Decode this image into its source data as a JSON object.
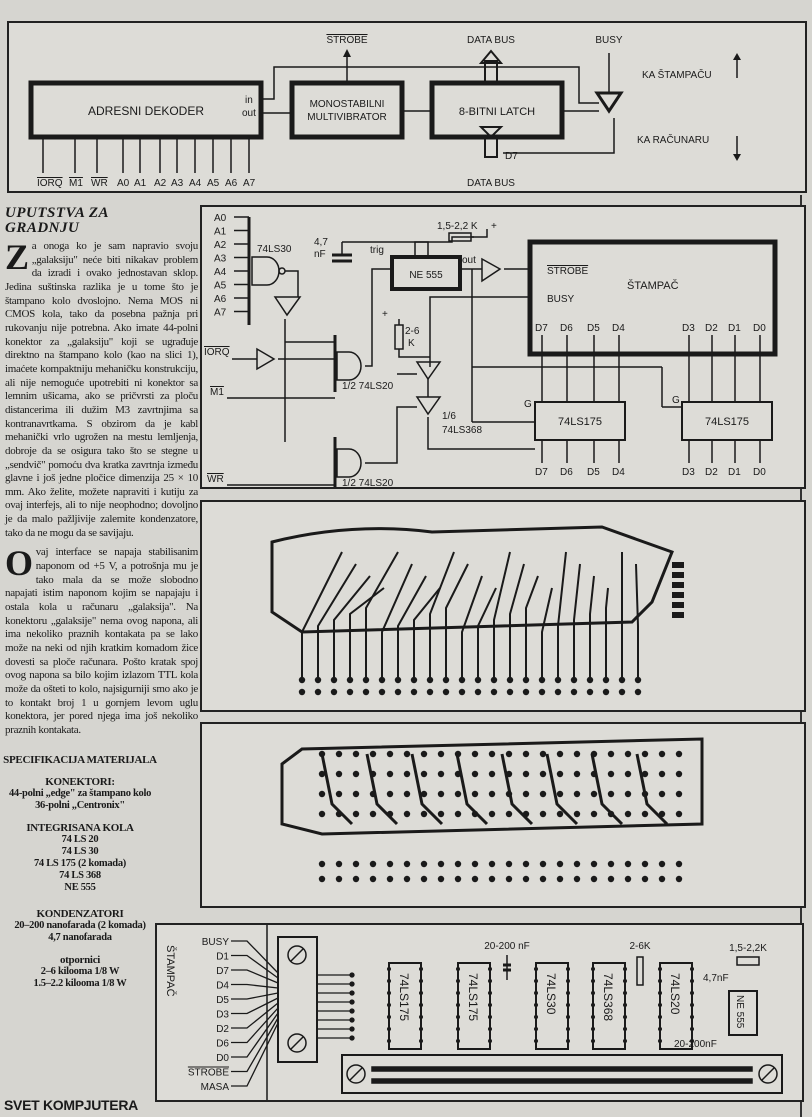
{
  "block_diagram": {
    "adresni": "ADRESNI DEKODER",
    "in": "in",
    "out": "out",
    "mono1": "MONOSTABILNI",
    "mono2": "MULTIVIBRATOR",
    "latch": "8-BITNI LATCH",
    "strobe": "STROBE",
    "data_bus_top": "DATA BUS",
    "data_bus_bottom": "DATA BUS",
    "busy": "BUSY",
    "ka_stampacu": "KA ŠTAMPAČU",
    "ka_racunaru": "KA RAČUNARU",
    "d7": "D7",
    "pins": [
      "IORQ",
      "M1",
      "WR",
      "A0",
      "A1",
      "A2",
      "A3",
      "A4",
      "A5",
      "A6",
      "A7"
    ]
  },
  "article": {
    "title_line1": "UPUTSTVA ZA",
    "title_line2": "GRADNJU",
    "p1_initial": "Z",
    "p1": "a onoga ko je sam napravio svoju „galaksiju\" neće biti nikakav problem da izradi i ovako jednostavan sklop. Jedina suštinska razlika je u tome što je štampano kolo dvoslojno. Nema MOS ni CMOS kola, tako da posebna pažnja pri rukovanju nije potrebna. Ako imate 44-polni konektor za „galaksiju\" koji se ugrađuje direktno na štampano kolo (kao na slici 1), imaćete kompaktniju mehaničku konstrukciju, ali nije nemoguće upotrebiti ni konektor sa lemnim ušicama, ako se pričvrsti za ploču distancerima ili dužim M3 zavrtnjima sa kontranavrtkama. S obzirom da je kabl mehanički vrlo ugrožen na mestu lemljenja, dobroje da se osigura tako što se stegne u „sendvič\" pomoću dva kratka zavrtnja između glavne i još jedne pločice dimenzija 25 × 10 mm. Ako želite, možete napraviti i kutiju za ovaj interfejs, ali to nije neophodno; dovoljno je da malo pažljivije zalemite kondenzatore, tako da ne mogu da se savijaju.",
    "p2_initial": "O",
    "p2": "vaj interface se napaja stabilisanim naponom od +5 V, a potrošnja mu je tako mala da se može slobodno napajati istim naponom kojim se napajaju i ostala kola u računaru „galaksija\". Na konektoru „galaksije\" nema ovog napona, ali ima nekoliko praznih kontakata pa se lako može na neki od njih kratkim komadom žice dovesti sa ploče računara. Pošto kratak spoj ovog napona sa bilo kojim izlazom TTL kola može da ošteti to kolo, najsigurniji smo ako je to kontakt broj 1 u gornjem levom uglu konektora, jer pored njega ima još nekoliko praznih kontakata."
  },
  "spec": {
    "title": "SPECIFIKACIJA MATERIJALA",
    "konektori_h": "KONEKTORI:",
    "konektori": [
      "44-polni „edge\" za štampano kolo",
      "36-polni „Centronix\""
    ],
    "ic_h": "INTEGRISANA KOLA",
    "ic": [
      "74 LS 20",
      "74 LS 30",
      "74 LS 175 (2 komada)",
      "74 LS 368",
      "NE 555"
    ],
    "kond_h": "KONDENZATORI",
    "kond": [
      "20–200 nanofarada (2 komada)",
      "4,7 nanofarada"
    ],
    "otp_h": "otpornici",
    "otp": [
      "2–6 kilooma 1/8 W",
      "1.5–2.2 kilooma 1/8 W"
    ]
  },
  "schematic": {
    "inputs": [
      "A0",
      "A1",
      "A2",
      "A3",
      "A4",
      "A5",
      "A6",
      "A7"
    ],
    "ls30": "74LS30",
    "cap": "4,7",
    "cap_unit": "nF",
    "res1": "1,5-2,2 K",
    "plus": "+",
    "trig": "trig",
    "ne555": "NE 555",
    "out": "out",
    "iorq": "IORQ",
    "m1": "M1",
    "wr": "WR",
    "ls20a": "1/2 74LS20",
    "ls20b": "1/2 74LS20",
    "res2": "2-6",
    "res2_unit": "K",
    "ls368a": "1/6",
    "ls368b": "74LS368",
    "printer": "ŠTAMPAČ",
    "strobe": "STROBE",
    "busy": "BUSY",
    "data_top": [
      "D7",
      "D6",
      "D5",
      "D4",
      "D3",
      "D2",
      "D1",
      "D0"
    ],
    "data_bottom": [
      "D7",
      "D6",
      "D5",
      "D4",
      "D3",
      "D2",
      "D1",
      "D0"
    ],
    "ls175": "74LS175",
    "g": "G"
  },
  "layout": {
    "wires": [
      "BUSY",
      "D1",
      "D7",
      "D4",
      "D5",
      "D3",
      "D2",
      "D6",
      "D0",
      "STROBE",
      "MASA"
    ],
    "side": "ŠTAMPAČ",
    "chips": [
      "74LS175",
      "74LS175",
      "74LS30",
      "74LS368",
      "74LS20"
    ],
    "ne555": "NE 555",
    "cap1": "20-200 nF",
    "res1": "2-6K",
    "res2": "1,5-2,2K",
    "cap2": "4,7nF",
    "cap3": "20-200nF"
  },
  "footer": "SVET KOMPJUTERA"
}
